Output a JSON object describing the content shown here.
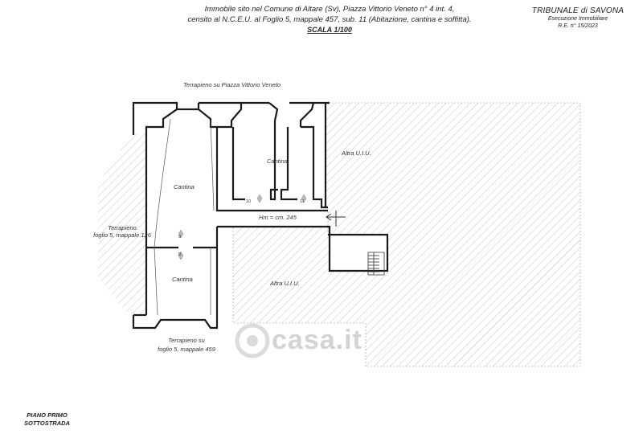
{
  "header": {
    "line1": "Immobile sito nel Comune di Altare (Sv), Piazza Vittorio Veneto n° 4 int. 4,",
    "line2": "censito al N.C.E.U. al Foglio 5, mappale 457, sub. 11 (Abitazione, cantina e soffitta).",
    "scale": "SCALA 1/100"
  },
  "tribunal": {
    "title": "TRIBUNALE di SAVONA",
    "subtitle": "Esecuzione Immobiliare",
    "case_number": "R.E. n° 15/2023"
  },
  "labels": {
    "top_terrain": "Terrapieno su Piazza Vittorio Veneto",
    "left_terrain_1": "Terrapieno",
    "left_terrain_2": "foglio 5, mappale 126",
    "bottom_terrain_1": "Terrapieno su",
    "bottom_terrain_2": "foglio 5, mappale 459",
    "cantina_left": "Cantina",
    "cantina_center": "Cantina",
    "cantina_bottom": "Cantina",
    "altra_uiu_right": "Altra U.I.U.",
    "altra_uiu_bottom": "Altra U.I.U.",
    "hm": "Hm = cm. 245",
    "marker_9": "9",
    "marker_8": "8",
    "marker_10": "10",
    "marker_11": "11"
  },
  "floor": {
    "line1": "PIANO PRIMO",
    "line2": "SOTTOSTRADA"
  },
  "watermark": "casa.it"
}
